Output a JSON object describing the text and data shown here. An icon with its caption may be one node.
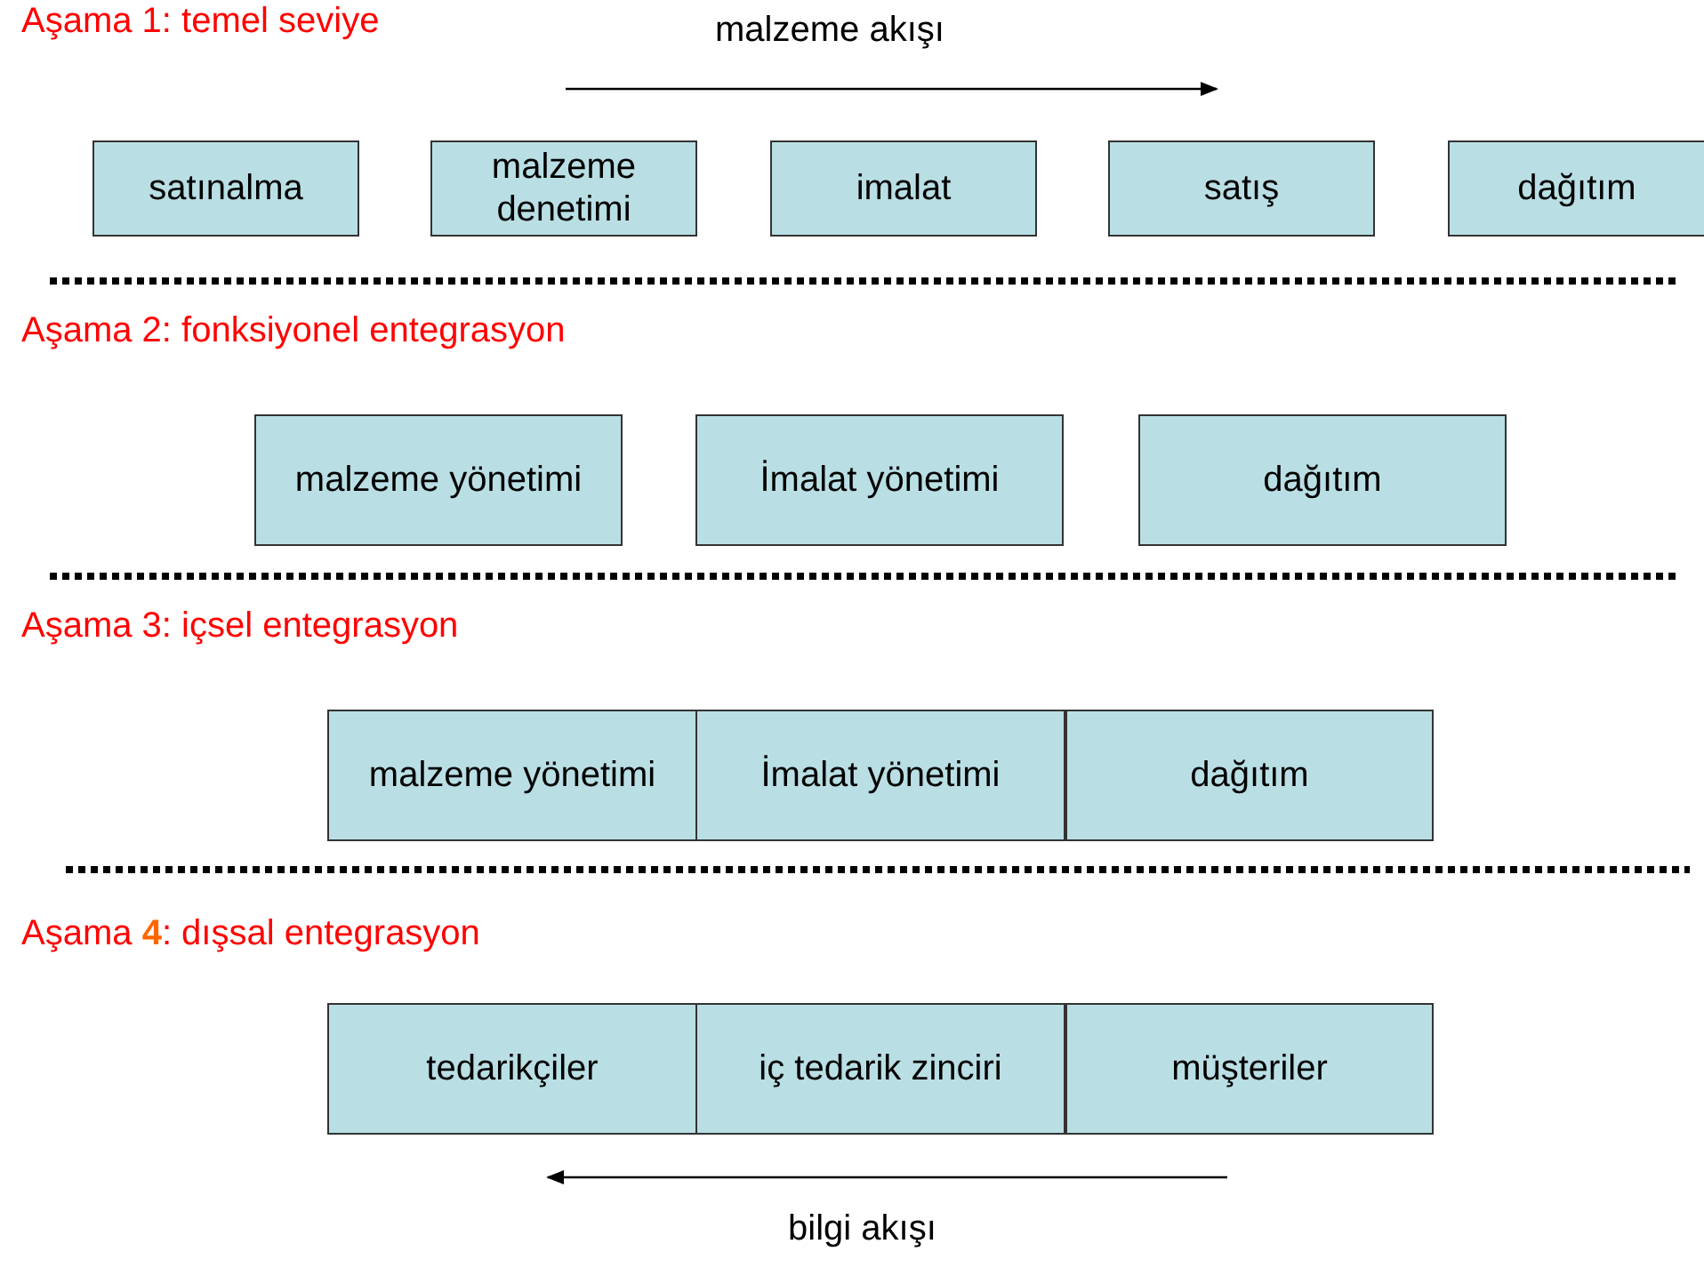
{
  "diagram": {
    "nodes": [
      {
        "text": [
          "satınalma"
        ]
      },
      {
        "text": [
          "malzeme denetimi"
        ]
      },
      {
        "text": [
          "imalat"
        ]
      },
      {
        "text": [
          "satış"
        ]
      },
      {
        "text": [
          "dağıtım"
        ]
      },
      {
        "text": [
          "malzeme yönetimi"
        ]
      },
      {
        "text": [
          "İmalat yönetimi"
        ]
      },
      {
        "text": [
          "dağıtım"
        ]
      },
      {
        "text": [
          "malzeme yönetimi"
        ]
      },
      {
        "text": [
          "İmalat yönetimi"
        ]
      },
      {
        "text": [
          "dağıtım"
        ]
      },
      {
        "text": [
          "tedarikçiler"
        ]
      },
      {
        "text": [
          "iç tedarik zinciri"
        ]
      },
      {
        "text": [
          "müşteriler"
        ]
      }
    ],
    "labels": [
      "Aşama 1: temel seviye",
      "malzeme akışı",
      "Aşama 2: fonksiyonel entegrasyon",
      "Aşama 3: içsel entegrasyon",
      "Aşama **4**: dışsal entegrasyon",
      "bilgi akışı"
    ]
  }
}
